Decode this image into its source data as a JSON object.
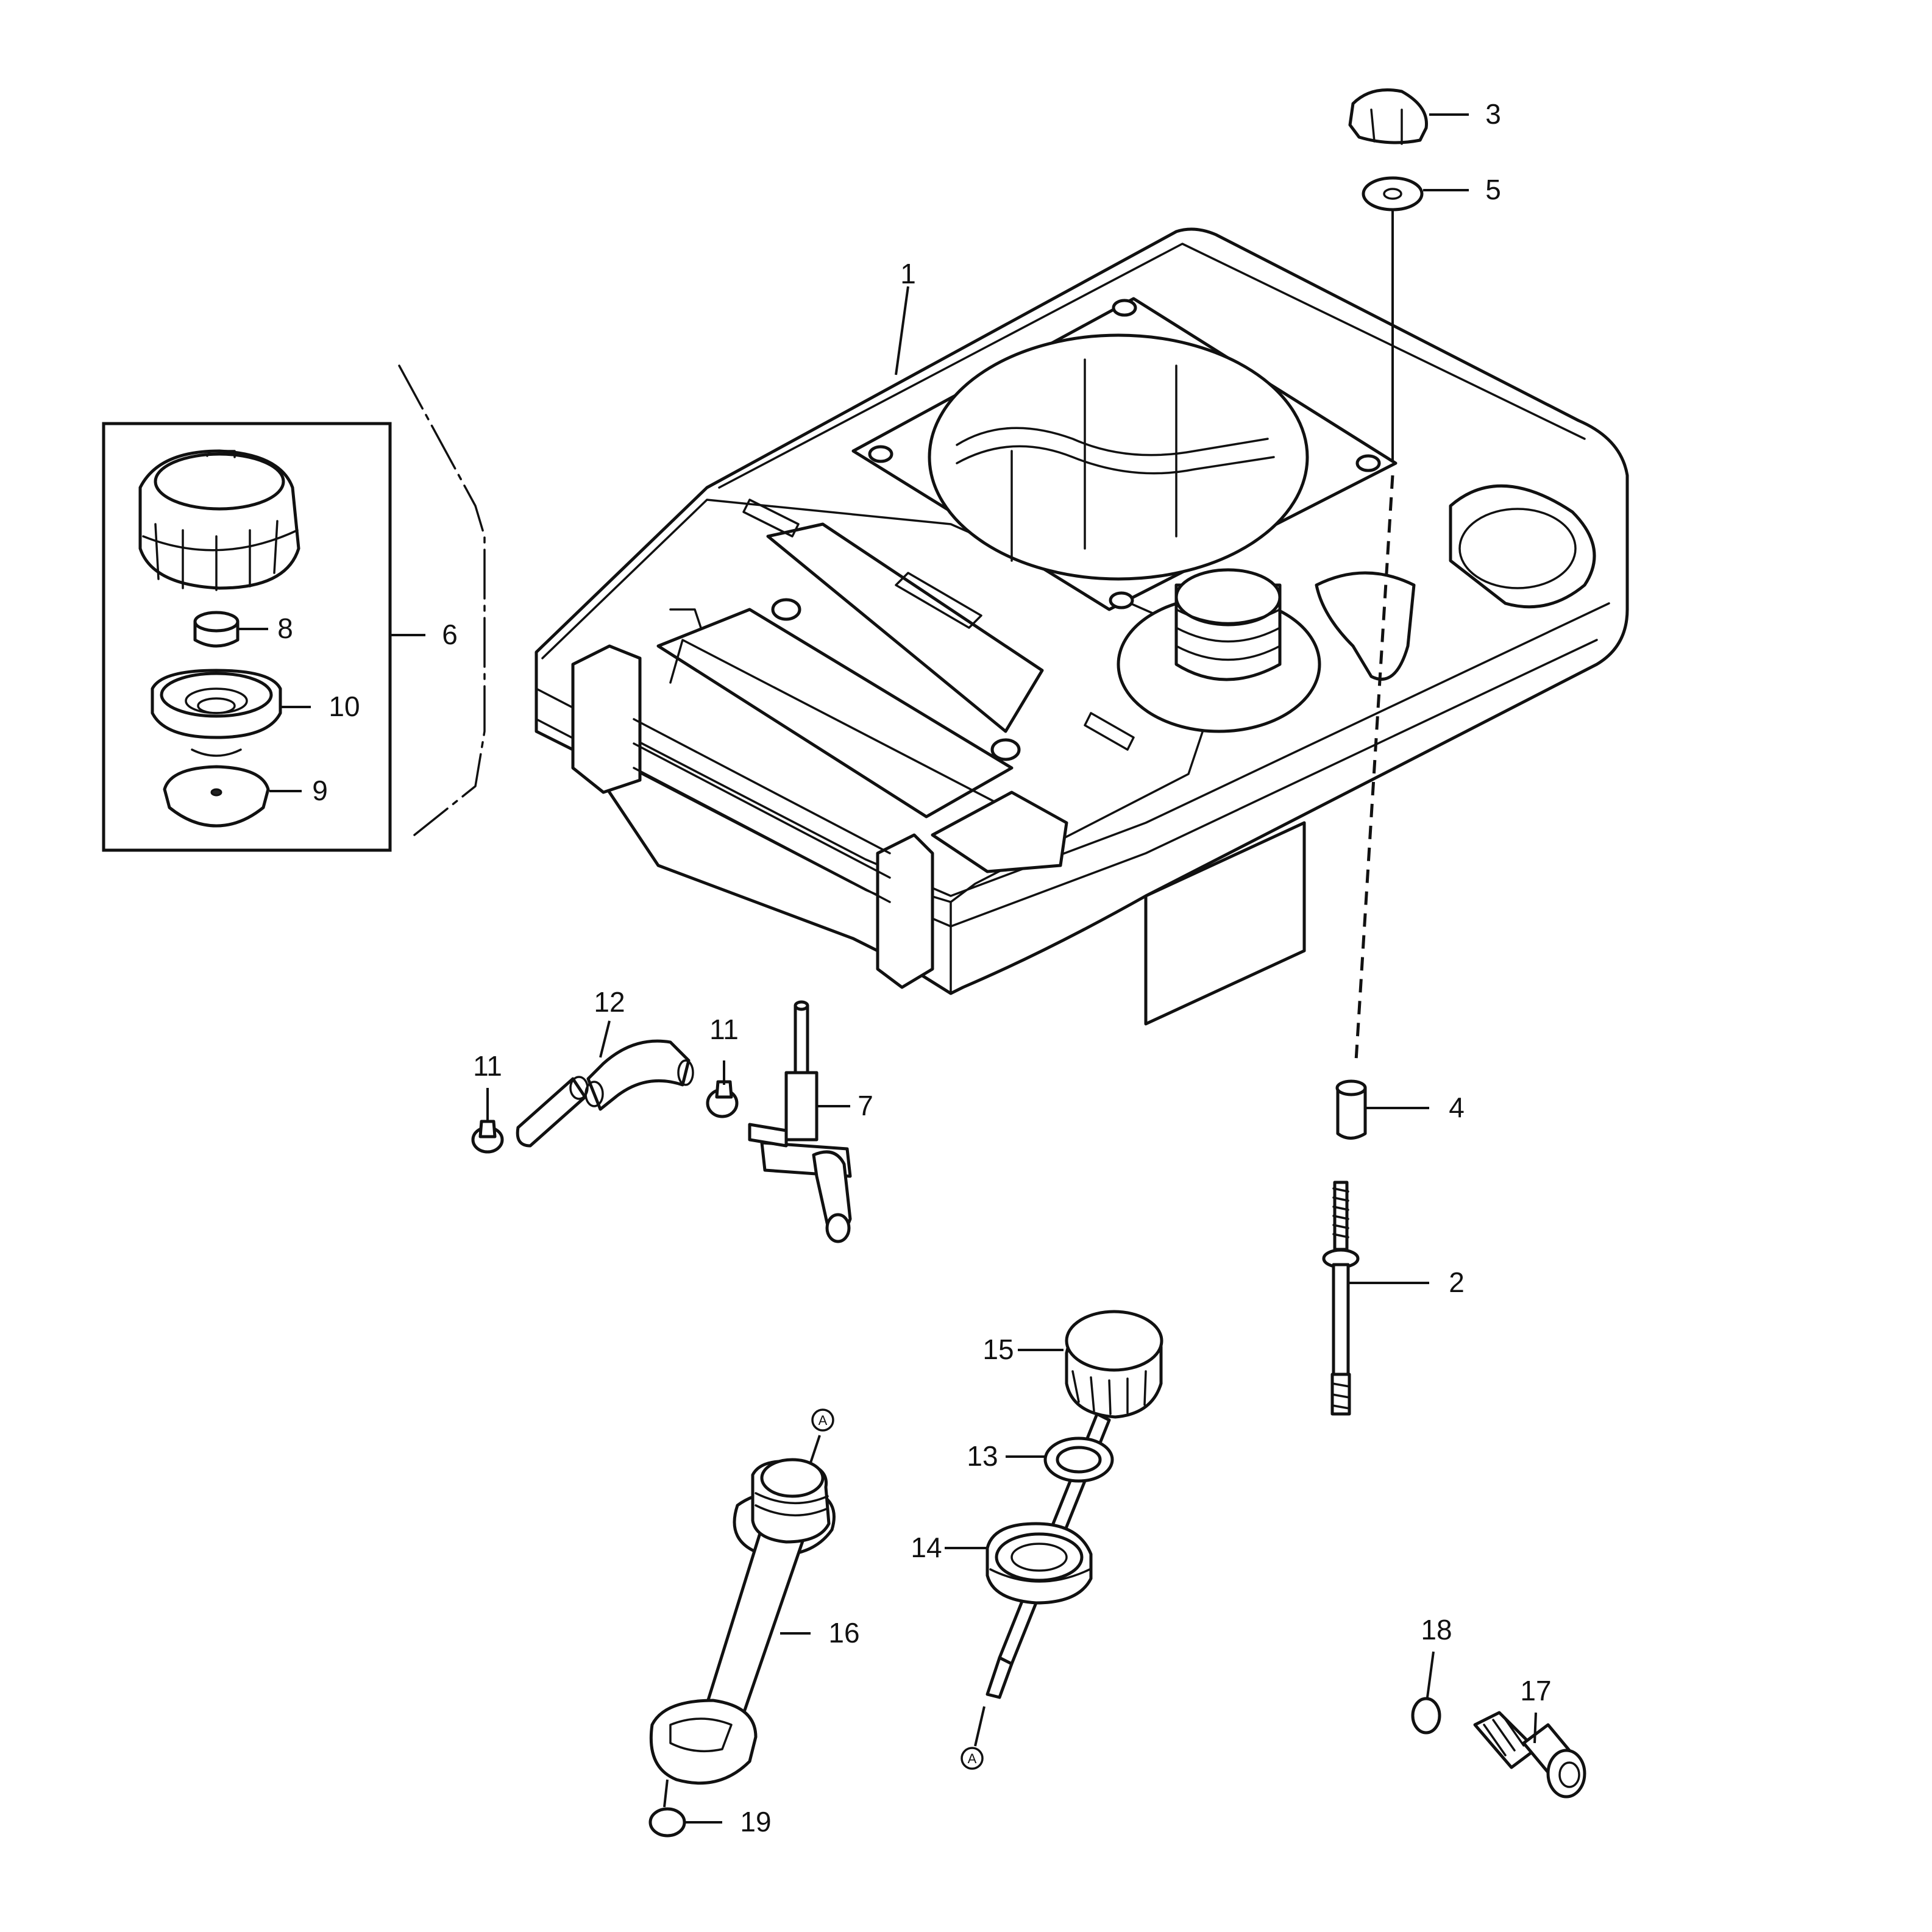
{
  "callouts": [
    {
      "id": "p1",
      "text": "1"
    },
    {
      "id": "p2",
      "text": "2"
    },
    {
      "id": "p3",
      "text": "3"
    },
    {
      "id": "p4",
      "text": "4"
    },
    {
      "id": "p5",
      "text": "5"
    },
    {
      "id": "p6",
      "text": "6"
    },
    {
      "id": "p7",
      "text": "7"
    },
    {
      "id": "p8",
      "text": "8"
    },
    {
      "id": "p9",
      "text": "9"
    },
    {
      "id": "p10",
      "text": "10"
    },
    {
      "id": "p11a",
      "text": "11"
    },
    {
      "id": "p11b",
      "text": "11"
    },
    {
      "id": "p12",
      "text": "12"
    },
    {
      "id": "p13",
      "text": "13"
    },
    {
      "id": "p14",
      "text": "14"
    },
    {
      "id": "p15",
      "text": "15"
    },
    {
      "id": "p16",
      "text": "16"
    },
    {
      "id": "p17",
      "text": "17"
    },
    {
      "id": "p18",
      "text": "18"
    },
    {
      "id": "p19",
      "text": "19"
    }
  ],
  "reference_marks": {
    "a_top": "A",
    "a_bottom": "A"
  }
}
